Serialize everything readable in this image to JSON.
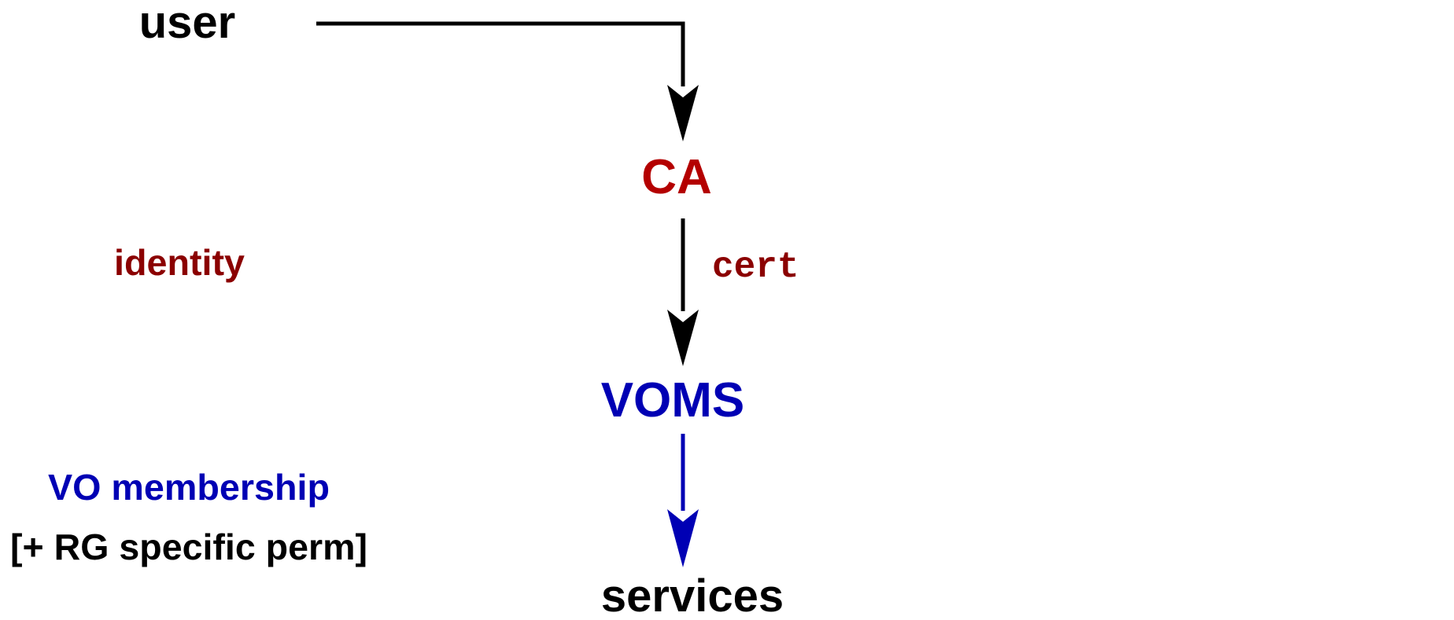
{
  "diagram": {
    "nodes": {
      "user": "user",
      "ca": "CA",
      "voms": "VOMS",
      "services": "services"
    },
    "edges": {
      "ca_to_voms": "cert"
    },
    "annotations": {
      "identity": "identity",
      "vo_membership": "VO membership",
      "rg_perm": "[+ RG specific perm]"
    },
    "colors": {
      "black": "#000000",
      "red": "#b40000",
      "dark_red": "#8b0000",
      "blue": "#0000b4"
    }
  }
}
